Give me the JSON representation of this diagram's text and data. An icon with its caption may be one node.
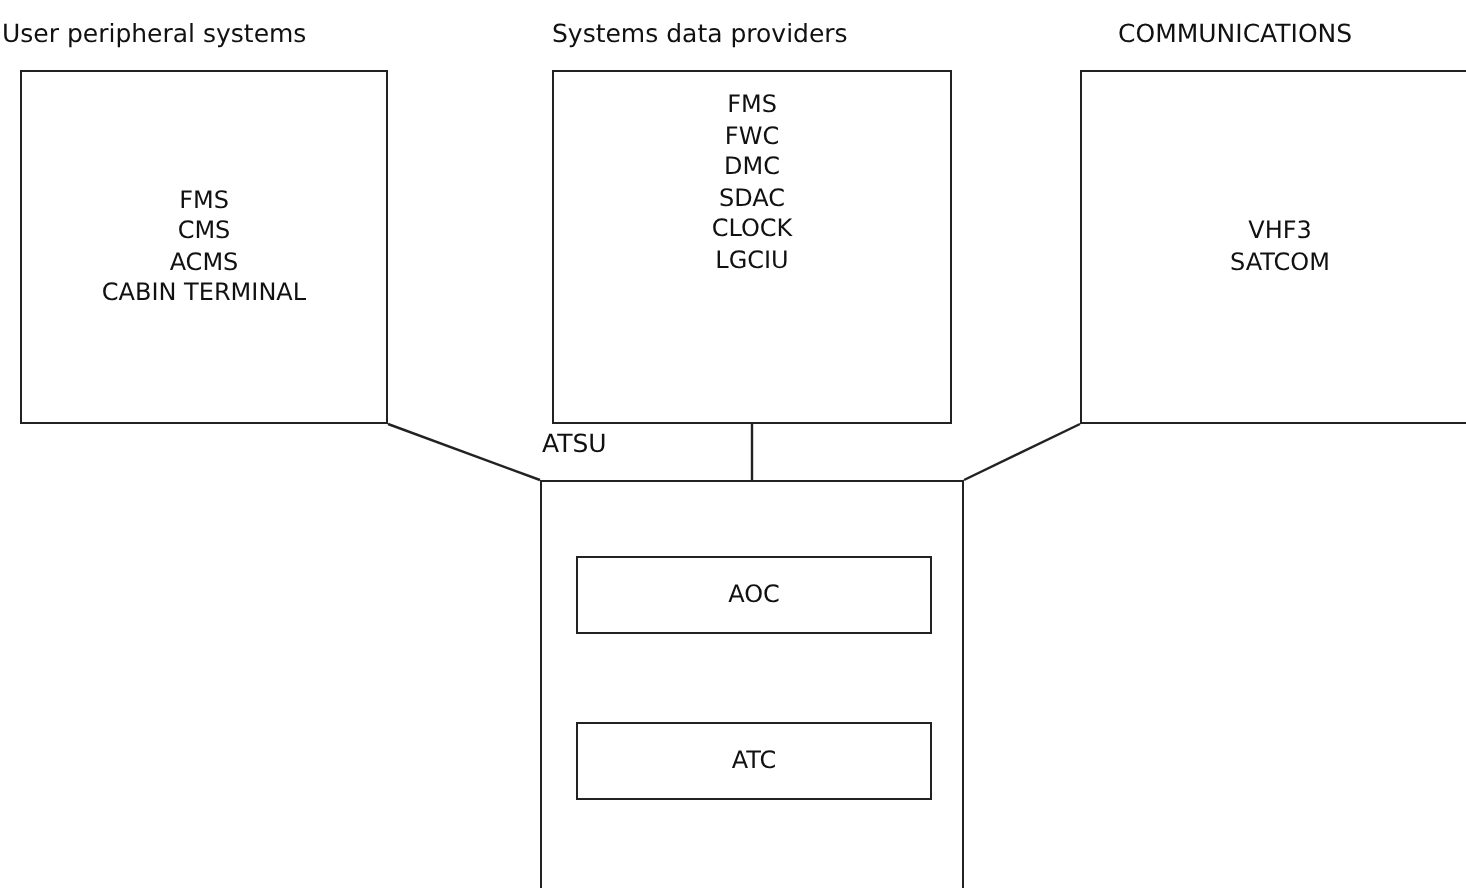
{
  "diagram": {
    "nodes": [
      {
        "text": [
          "User peripheral systems",
          "FMS",
          "CMS",
          "ACMS",
          "CABIN TERMINAL"
        ]
      },
      {
        "text": [
          "Systems data providers",
          "FMS",
          "FWC",
          "DMC",
          "SDAC",
          "CLOCK",
          "LGCIU"
        ]
      },
      {
        "text": [
          "COMMUNICATIONS",
          "VHF3",
          "SATCOM"
        ]
      },
      {
        "text": [
          "ATSU"
        ]
      },
      {
        "text": [
          "AOC"
        ],
        "in": 3
      },
      {
        "text": [
          "ATC"
        ],
        "in": 3
      }
    ],
    "edges": [
      {
        "from": 0,
        "to": 3,
        "arrow": "none"
      },
      {
        "from": 1,
        "to": 3,
        "arrow": "none"
      },
      {
        "from": 2,
        "to": 3,
        "arrow": "none"
      }
    ]
  }
}
